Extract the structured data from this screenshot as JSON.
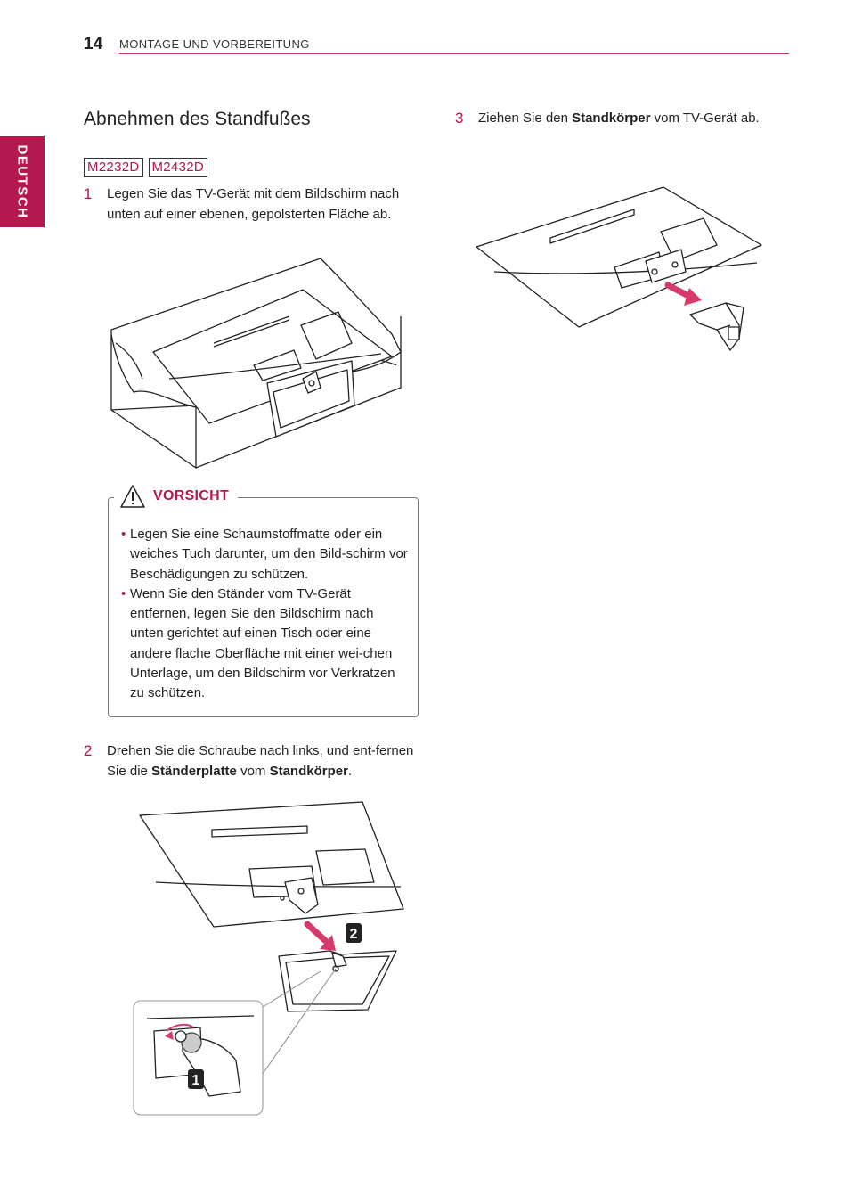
{
  "header": {
    "page_number": "14",
    "section": "MONTAGE UND VORBEREITUNG"
  },
  "side_tab": {
    "label": "DEUTSCH"
  },
  "heading": "Abnehmen des Standfußes",
  "models": [
    "M2232D",
    "M2432D"
  ],
  "steps": [
    {
      "number": "1",
      "text": "Legen Sie das TV-Gerät mit dem Bildschirm nach unten auf einer ebenen, gepolsterten Fläche ab."
    },
    {
      "number": "2",
      "text_a": "Drehen Sie die Schraube nach links, und ent-fernen Sie die ",
      "bold_a": "Ständerplatte",
      "text_b": " vom ",
      "bold_b": "Standkörper",
      "text_c": "."
    },
    {
      "number": "3",
      "text_a": "Ziehen Sie den ",
      "bold_a": "Standkörper",
      "text_b": " vom TV-Gerät ab."
    }
  ],
  "caution": {
    "title": "VORSICHT",
    "items": [
      "Legen Sie eine Schaumstoffmatte oder ein weiches Tuch darunter, um den Bild-schirm vor Beschädigungen zu schützen.",
      "Wenn Sie den Ständer vom TV-Gerät entfernen, legen Sie den Bildschirm nach unten gerichtet auf einen Tisch oder eine andere flache Oberfläche mit einer wei-chen Unterlage, um den Bildschirm vor Verkratzen zu schützen."
    ]
  },
  "figure_labels": {
    "callout_1": "1",
    "callout_2": "2"
  },
  "colors": {
    "accent": "#b5174f",
    "arrow": "#d63a6a",
    "text": "#222222"
  }
}
